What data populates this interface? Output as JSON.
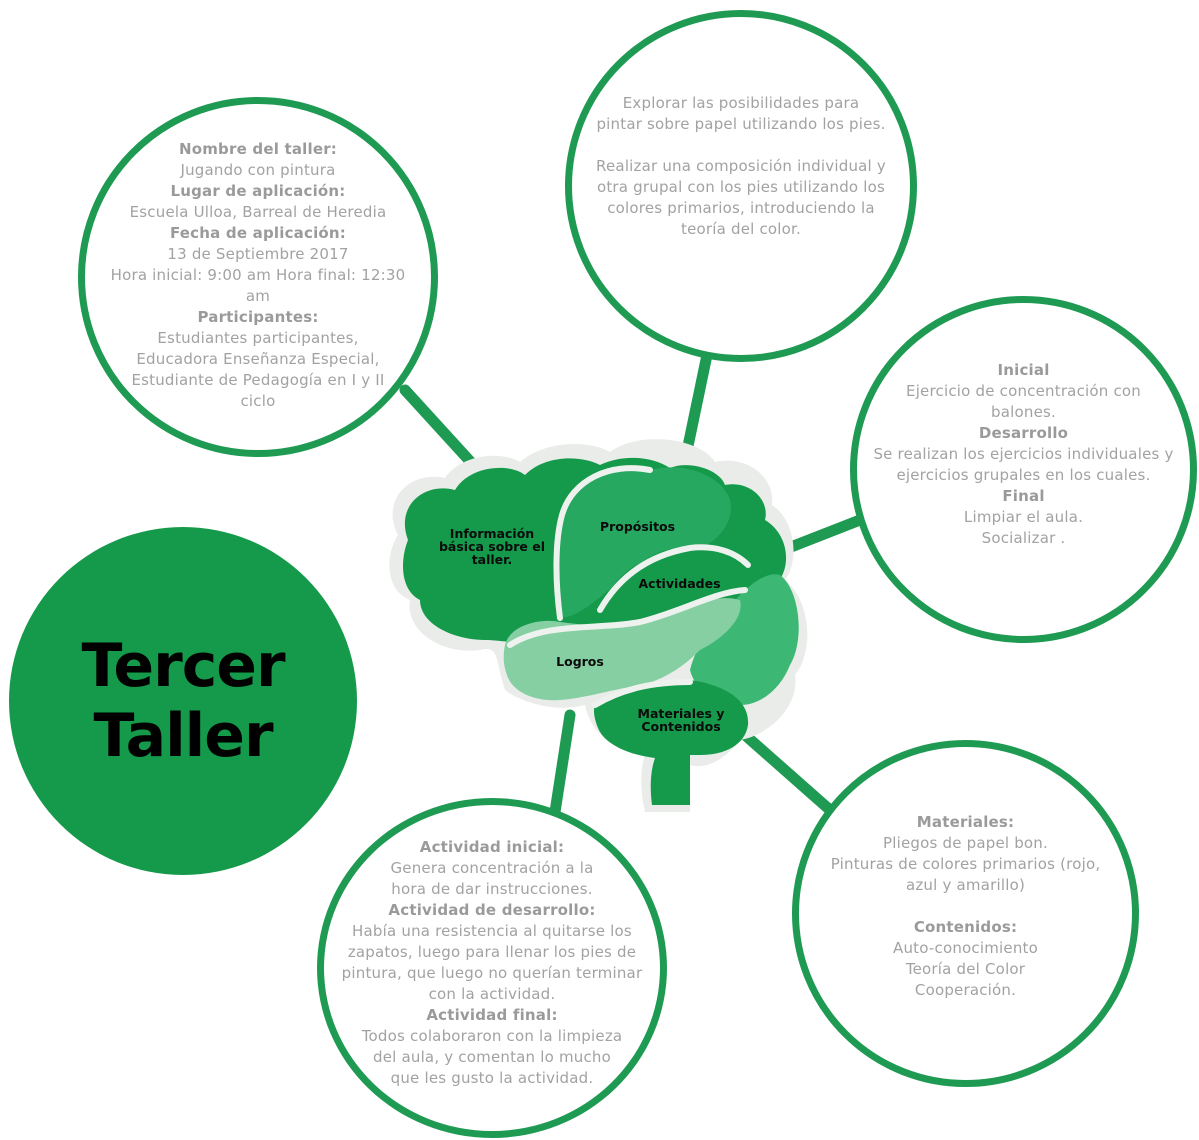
{
  "title": {
    "line1": "Tercer",
    "line2": "Taller"
  },
  "colors": {
    "dark_green": "#149a4a",
    "medium_green": "#26a860",
    "light_green": "#85cfa3",
    "mid_green": "#3db874",
    "outline": "#1e9a52",
    "text_gray": "#a2a2a2"
  },
  "brain": {
    "info_label_1": "Información",
    "info_label_2": "básica sobre el",
    "info_label_3": "taller.",
    "propositos_label": "Propósitos",
    "actividades_label": "Actividades",
    "logros_label": "Logros",
    "materiales_label_1": "Materiales y",
    "materiales_label_2": "Contenidos"
  },
  "info_bubble": {
    "h1": "Nombre del taller:",
    "v1": "Jugando con pintura",
    "h2": "Lugar de aplicación:",
    "v2": "Escuela Ulloa, Barreal de Heredia",
    "h3": "Fecha de aplicación:",
    "v3": "13 de Septiembre 2017",
    "v4a": "Hora  inicial: 9:00 am Hora final: 12:30",
    "v4b": "am",
    "h4": "Participantes:",
    "v5a": "Estudiantes participantes,",
    "v5b": "Educadora Enseñanza Especial,",
    "v5c": "Estudiante de Pedagogía en I y II",
    "v5d": "ciclo"
  },
  "propositos_bubble": {
    "p1a": "Explorar las posibilidades para",
    "p1b": "pintar sobre papel utilizando los pies.",
    "p2a": "Realizar una composición individual  y",
    "p2b": "otra grupal con los pies  utilizando los",
    "p2c": "colores primarios, introduciendo la",
    "p2d": "teoría del color."
  },
  "actividades_bubble": {
    "h1": "Inicial",
    "v1a": "Ejercicio de concentración  con",
    "v1b": "balones.",
    "h2": "Desarrollo",
    "v2a": "Se realizan los ejercicios individuales  y",
    "v2b": "ejercicios grupales en los cuales.",
    "h3": "Final",
    "v3a": "Limpiar el aula.",
    "v3b": "Socializar ."
  },
  "logros_bubble": {
    "h1": "Actividad inicial:",
    "v1a": "Genera concentración  a la",
    "v1b": "hora de dar instrucciones.",
    "h2": "Actividad de desarrollo:",
    "v2a": "Había una resistencia al quitarse los",
    "v2b": "zapatos, luego para llenar los pies de",
    "v2c": "pintura, que luego no querían terminar",
    "v2d": "con la actividad.",
    "h3": "Actividad final:",
    "v3a": "Todos colaboraron con la limpieza",
    "v3b": "del aula,  y comentan lo mucho",
    "v3c": "que les gusto la actividad."
  },
  "materiales_bubble": {
    "h1": "Materiales:",
    "v1a": "Pliegos de papel bon.",
    "v1b": "Pinturas de colores primarios (rojo,",
    "v1c": "azul y amarillo)",
    "h2": "Contenidos:",
    "v2a": "Auto-conocimiento",
    "v2b": "Teoría del Color",
    "v2c": "Cooperación."
  }
}
